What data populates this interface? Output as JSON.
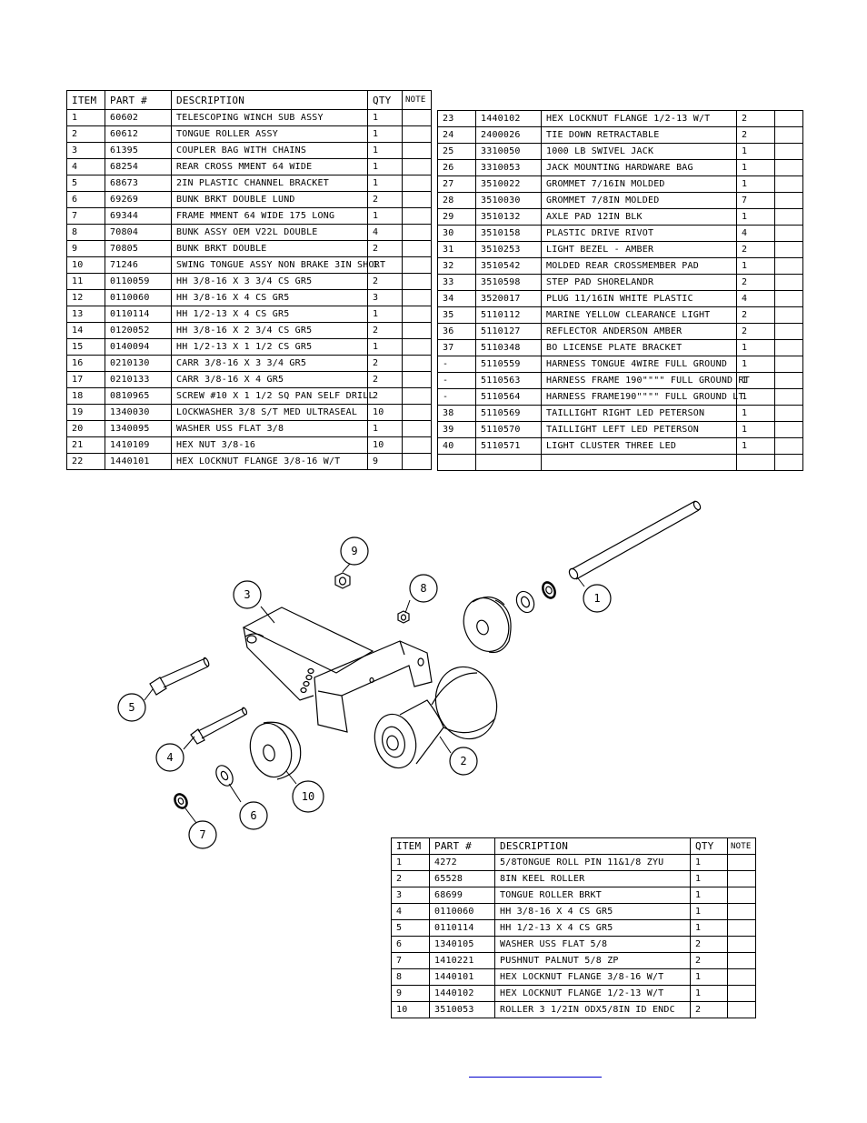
{
  "tables": {
    "headers": {
      "item": "ITEM",
      "part": "PART #",
      "description": "DESCRIPTION",
      "qty": "QTY",
      "note": "NOTE"
    },
    "left": [
      {
        "item": "1",
        "part": "60602",
        "description": "TELESCOPING WINCH SUB ASSY",
        "qty": "1",
        "note": ""
      },
      {
        "item": "2",
        "part": "60612",
        "description": "TONGUE ROLLER ASSY",
        "qty": "1",
        "note": ""
      },
      {
        "item": "3",
        "part": "61395",
        "description": "COUPLER BAG  WITH CHAINS",
        "qty": "1",
        "note": ""
      },
      {
        "item": "4",
        "part": "68254",
        "description": "REAR CROSS MMENT 64 WIDE",
        "qty": "1",
        "note": ""
      },
      {
        "item": "5",
        "part": "68673",
        "description": "2IN PLASTIC CHANNEL BRACKET",
        "qty": "1",
        "note": ""
      },
      {
        "item": "6",
        "part": "69269",
        "description": "BUNK BRKT DOUBLE LUND",
        "qty": "2",
        "note": ""
      },
      {
        "item": "7",
        "part": "69344",
        "description": "FRAME MMENT 64 WIDE 175 LONG",
        "qty": "1",
        "note": ""
      },
      {
        "item": "8",
        "part": "70804",
        "description": "BUNK ASSY OEM V22L DOUBLE",
        "qty": "4",
        "note": ""
      },
      {
        "item": "9",
        "part": "70805",
        "description": "BUNK BRKT DOUBLE",
        "qty": "2",
        "note": ""
      },
      {
        "item": "10",
        "part": "71246",
        "description": "SWING TONGUE ASSY NON BRAKE 3IN SHORT",
        "qty": "1",
        "note": ""
      },
      {
        "item": "11",
        "part": "0110059",
        "description": "HH 3/8-16 X 3 3/4 CS GR5",
        "qty": "2",
        "note": ""
      },
      {
        "item": "12",
        "part": "0110060",
        "description": "HH 3/8-16 X 4 CS GR5",
        "qty": "3",
        "note": ""
      },
      {
        "item": "13",
        "part": "0110114",
        "description": "HH 1/2-13 X 4 CS GR5",
        "qty": "1",
        "note": ""
      },
      {
        "item": "14",
        "part": "0120052",
        "description": "HH 3/8-16 X 2 3/4 CS GR5",
        "qty": "2",
        "note": ""
      },
      {
        "item": "15",
        "part": "0140094",
        "description": "HH 1/2-13 X 1 1/2 CS GR5",
        "qty": "1",
        "note": ""
      },
      {
        "item": "16",
        "part": "0210130",
        "description": "CARR 3/8-16 X 3 3/4 GR5",
        "qty": "2",
        "note": ""
      },
      {
        "item": "17",
        "part": "0210133",
        "description": "CARR 3/8-16 X 4 GR5",
        "qty": "2",
        "note": ""
      },
      {
        "item": "18",
        "part": "0810965",
        "description": "SCREW #10 X 1 1/2 SQ PAN SELF DRILL",
        "qty": "2",
        "note": ""
      },
      {
        "item": "19",
        "part": "1340030",
        "description": "LOCKWASHER 3/8 S/T MED ULTRASEAL",
        "qty": "10",
        "note": ""
      },
      {
        "item": "20",
        "part": "1340095",
        "description": "WASHER USS FLAT 3/8",
        "qty": "1",
        "note": ""
      },
      {
        "item": "21",
        "part": "1410109",
        "description": "HEX NUT 3/8-16",
        "qty": "10",
        "note": ""
      },
      {
        "item": "22",
        "part": "1440101",
        "description": "HEX LOCKNUT FLANGE 3/8-16 W/T",
        "qty": "9",
        "note": ""
      }
    ],
    "right": [
      {
        "item": "23",
        "part": "1440102",
        "description": "HEX LOCKNUT FLANGE 1/2-13 W/T",
        "qty": "2",
        "note": ""
      },
      {
        "item": "24",
        "part": "2400026",
        "description": "TIE DOWN RETRACTABLE",
        "qty": "2",
        "note": ""
      },
      {
        "item": "25",
        "part": "3310050",
        "description": "1000 LB SWIVEL JACK",
        "qty": "1",
        "note": ""
      },
      {
        "item": "26",
        "part": "3310053",
        "description": "JACK MOUNTING HARDWARE BAG",
        "qty": "1",
        "note": ""
      },
      {
        "item": "27",
        "part": "3510022",
        "description": "GROMMET  7/16IN MOLDED",
        "qty": "1",
        "note": ""
      },
      {
        "item": "28",
        "part": "3510030",
        "description": "GROMMET  7/8IN MOLDED",
        "qty": "7",
        "note": ""
      },
      {
        "item": "29",
        "part": "3510132",
        "description": "AXLE PAD 12IN  BLK",
        "qty": "1",
        "note": ""
      },
      {
        "item": "30",
        "part": "3510158",
        "description": "PLASTIC DRIVE RIVOT",
        "qty": "4",
        "note": ""
      },
      {
        "item": "31",
        "part": "3510253",
        "description": "LIGHT BEZEL - AMBER",
        "qty": "2",
        "note": ""
      },
      {
        "item": "32",
        "part": "3510542",
        "description": "MOLDED REAR CROSSMEMBER PAD",
        "qty": "1",
        "note": ""
      },
      {
        "item": "33",
        "part": "3510598",
        "description": "STEP PAD SHORELANDR",
        "qty": "2",
        "note": ""
      },
      {
        "item": "34",
        "part": "3520017",
        "description": "PLUG   11/16IN WHITE PLASTIC",
        "qty": "4",
        "note": ""
      },
      {
        "item": "35",
        "part": "5110112",
        "description": "MARINE YELLOW CLEARANCE LIGHT",
        "qty": "2",
        "note": ""
      },
      {
        "item": "36",
        "part": "5110127",
        "description": "REFLECTOR ANDERSON AMBER",
        "qty": "2",
        "note": ""
      },
      {
        "item": "37",
        "part": "5110348",
        "description": "BO LICENSE PLATE BRACKET",
        "qty": "1",
        "note": ""
      },
      {
        "item": "-",
        "part": "5110559",
        "description": "HARNESS TONGUE 4WIRE FULL GROUND",
        "qty": "1",
        "note": ""
      },
      {
        "item": "-",
        "part": "5110563",
        "description": "HARNESS FRAME 190\"\"\"\" FULL GROUND RT",
        "qty": "1",
        "note": ""
      },
      {
        "item": "-",
        "part": "5110564",
        "description": "HARNESS FRAME190\"\"\"\" FULL GROUND LT",
        "qty": "1",
        "note": ""
      },
      {
        "item": "38",
        "part": "5110569",
        "description": "TAILLIGHT RIGHT LED PETERSON",
        "qty": "1",
        "note": ""
      },
      {
        "item": "39",
        "part": "5110570",
        "description": "TAILLIGHT LEFT LED PETERSON",
        "qty": "1",
        "note": ""
      },
      {
        "item": "40",
        "part": "5110571",
        "description": "LIGHT CLUSTER THREE LED",
        "qty": "1",
        "note": ""
      },
      {
        "item": "",
        "part": "",
        "description": "",
        "qty": "",
        "note": ""
      }
    ],
    "bottom": [
      {
        "item": "1",
        "part": "4272",
        "description": "5/8TONGUE ROLL PIN 11&1/8 ZYU",
        "qty": "1",
        "note": ""
      },
      {
        "item": "2",
        "part": "65528",
        "description": "8IN KEEL ROLLER",
        "qty": "1",
        "note": ""
      },
      {
        "item": "3",
        "part": "68699",
        "description": "TONGUE ROLLER BRKT",
        "qty": "1",
        "note": ""
      },
      {
        "item": "4",
        "part": "0110060",
        "description": "HH 3/8-16 X 4 CS GR5",
        "qty": "1",
        "note": ""
      },
      {
        "item": "5",
        "part": "0110114",
        "description": "HH 1/2-13 X 4 CS GR5",
        "qty": "1",
        "note": ""
      },
      {
        "item": "6",
        "part": "1340105",
        "description": "WASHER USS FLAT 5/8",
        "qty": "2",
        "note": ""
      },
      {
        "item": "7",
        "part": "1410221",
        "description": "PUSHNUT PALNUT 5/8 ZP",
        "qty": "2",
        "note": ""
      },
      {
        "item": "8",
        "part": "1440101",
        "description": "HEX LOCKNUT FLANGE 3/8-16 W/T",
        "qty": "1",
        "note": ""
      },
      {
        "item": "9",
        "part": "1440102",
        "description": "HEX LOCKNUT FLANGE 1/2-13 W/T",
        "qty": "1",
        "note": ""
      },
      {
        "item": "10",
        "part": "3510053",
        "description": "ROLLER  3 1/2IN ODX5/8IN ID ENDC",
        "qty": "2",
        "note": ""
      }
    ]
  },
  "diagram": {
    "callouts": [
      "1",
      "2",
      "3",
      "4",
      "5",
      "6",
      "7",
      "8",
      "9",
      "10"
    ]
  }
}
